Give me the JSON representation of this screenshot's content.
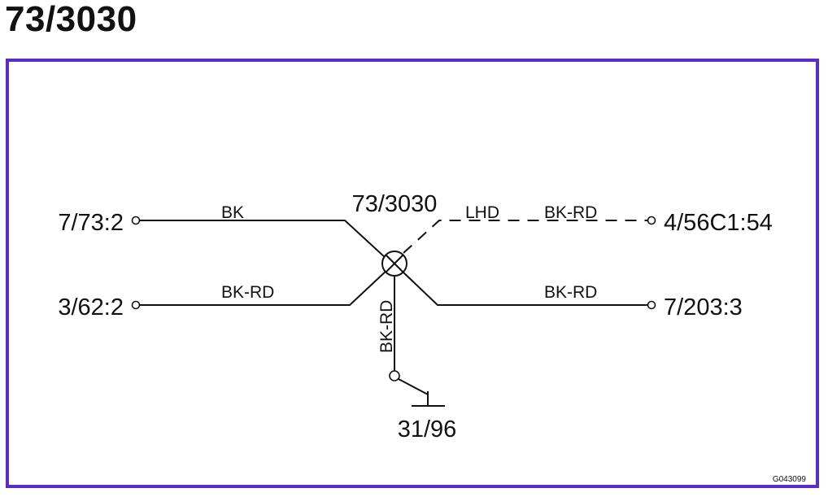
{
  "title": "73/3030",
  "diagram": {
    "splice_id": "73/3030",
    "terminals": {
      "top_left": "7/73:2",
      "bottom_left": "3/62:2",
      "top_right": "4/56C1:54",
      "bottom_right": "7/203:3",
      "ground": "31/96"
    },
    "wires": {
      "top_left": "BK",
      "bottom_left": "BK-RD",
      "top_right_variant": "LHD",
      "top_right": "BK-RD",
      "bottom_right": "BK-RD",
      "ground": "BK-RD"
    },
    "figure_code": "G043099"
  }
}
